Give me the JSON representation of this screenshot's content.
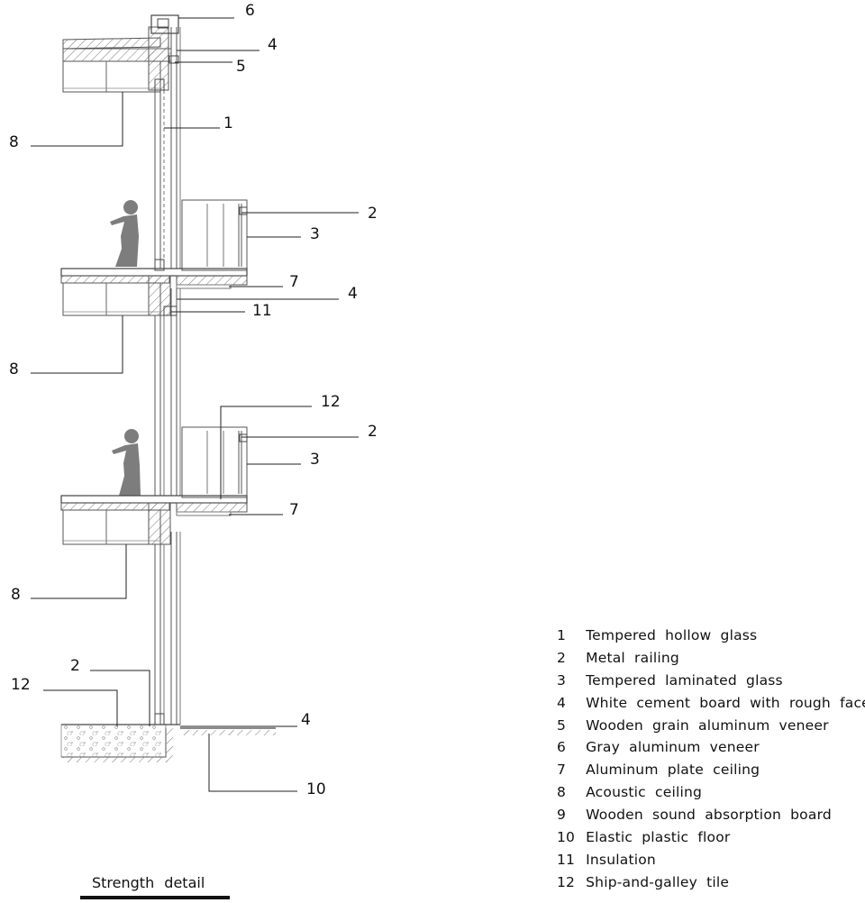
{
  "title": "Strength detail",
  "callouts": [
    {
      "id": "c6a",
      "number": "6"
    },
    {
      "id": "c4a",
      "number": "4"
    },
    {
      "id": "c5a",
      "number": "5"
    },
    {
      "id": "c1a",
      "number": "1"
    },
    {
      "id": "c8a",
      "number": "8"
    },
    {
      "id": "c2a",
      "number": "2"
    },
    {
      "id": "c3a",
      "number": "3"
    },
    {
      "id": "c7a",
      "number": "7"
    },
    {
      "id": "c4b",
      "number": "4"
    },
    {
      "id": "c11a",
      "number": "11"
    },
    {
      "id": "c8b",
      "number": "8"
    },
    {
      "id": "c12a",
      "number": "12"
    },
    {
      "id": "c2b",
      "number": "2"
    },
    {
      "id": "c3b",
      "number": "3"
    },
    {
      "id": "c7b",
      "number": "7"
    },
    {
      "id": "c8c",
      "number": "8"
    },
    {
      "id": "c2c",
      "number": "2"
    },
    {
      "id": "c12b",
      "number": "12"
    },
    {
      "id": "c4c",
      "number": "4"
    },
    {
      "id": "c10a",
      "number": "10"
    }
  ],
  "legend": [
    {
      "number": "1",
      "label": "Tempered hollow glass"
    },
    {
      "number": "2",
      "label": "Metal railing"
    },
    {
      "number": "3",
      "label": "Tempered laminated glass"
    },
    {
      "number": "4",
      "label": "White cement board with rough face"
    },
    {
      "number": "5",
      "label": "Wooden grain aluminum veneer"
    },
    {
      "number": "6",
      "label": "Gray aluminum veneer"
    },
    {
      "number": "7",
      "label": "Aluminum plate ceiling"
    },
    {
      "number": "8",
      "label": "Acoustic ceiling"
    },
    {
      "number": "9",
      "label": "Wooden sound absorption board"
    },
    {
      "number": "10",
      "label": "Elastic plastic floor"
    },
    {
      "number": "11",
      "label": "Insulation"
    },
    {
      "number": "12",
      "label": "Ship-and-galley tile"
    }
  ]
}
